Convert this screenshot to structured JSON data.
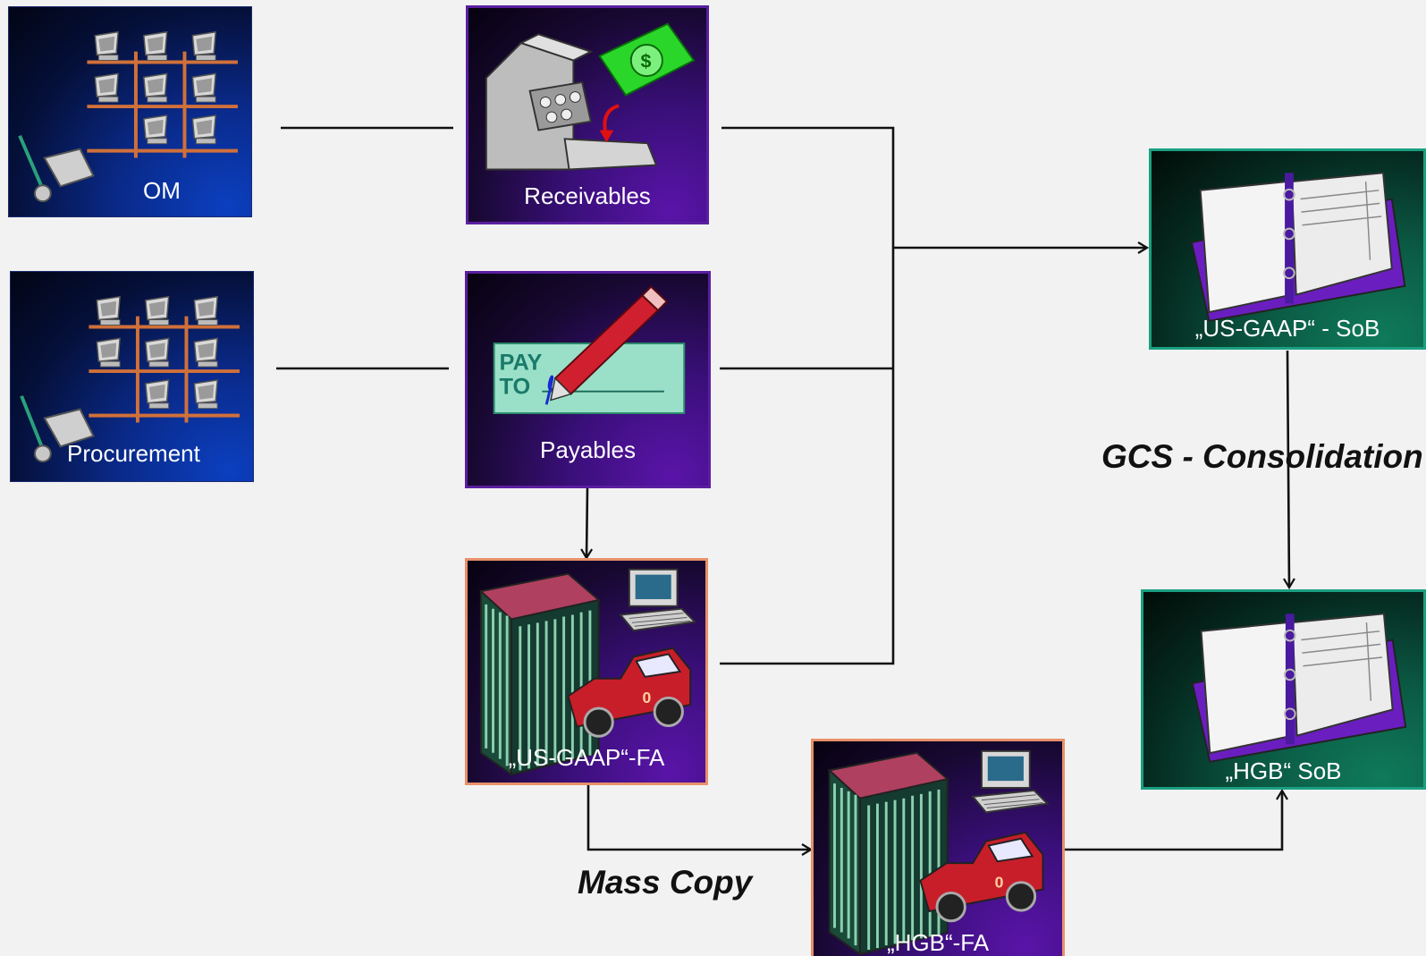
{
  "nodes": {
    "om": {
      "label": "OM",
      "icon": "computer-grid-icon"
    },
    "procurement": {
      "label": "Procurement",
      "icon": "computer-grid-icon"
    },
    "receivables": {
      "label": "Receivables",
      "icon": "cash-register-icon"
    },
    "payables": {
      "label": "Payables",
      "icon": "check-signing-icon"
    },
    "us_gaap_fa": {
      "label": "„US-GAAP“-FA",
      "icon": "fixed-assets-icon"
    },
    "hgb_fa": {
      "label": "„HGB“-FA",
      "icon": "fixed-assets-icon"
    },
    "us_gaap_sob": {
      "label": "„US-GAAP“ - SoB",
      "icon": "ledger-book-icon"
    },
    "hgb_sob": {
      "label": "„HGB“ SoB",
      "icon": "ledger-book-icon"
    }
  },
  "annotations": {
    "gcs": "GCS - Consolidation",
    "mass_copy": "Mass Copy"
  },
  "colors": {
    "line": "#111111",
    "blue_box": "#0a2a8a",
    "purple_box": "#3a0f7a",
    "green_box": "#0b5a44",
    "fa_border": "#e8906a"
  }
}
